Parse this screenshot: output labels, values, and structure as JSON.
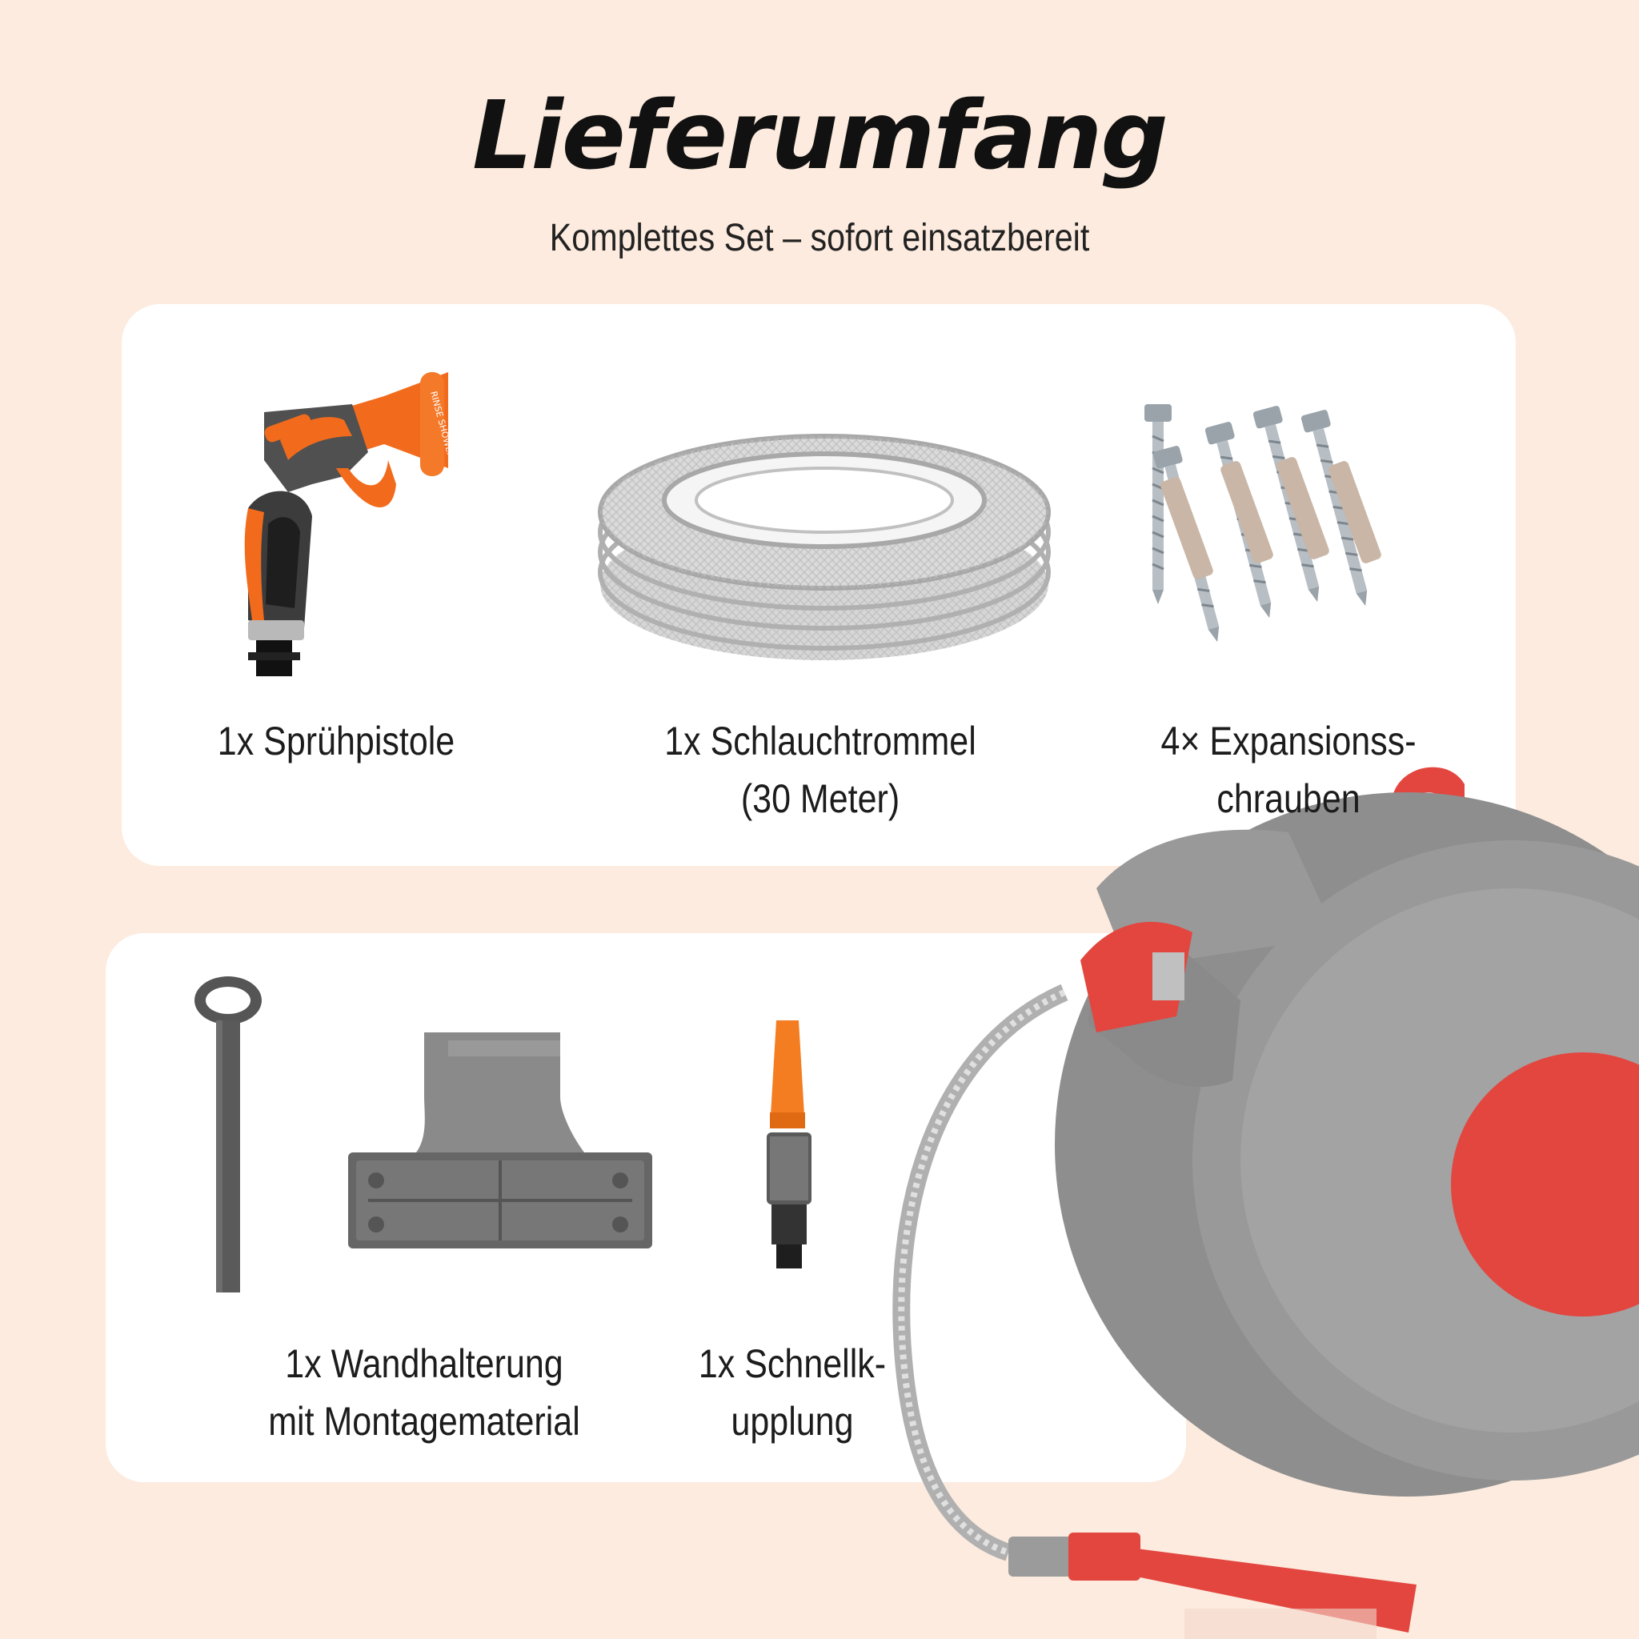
{
  "header": {
    "title": "Lieferumfang",
    "subtitle": "Komplettes Set – sofort einsatzbereit"
  },
  "items": [
    {
      "lines": [
        "1x Sprühpistole"
      ]
    },
    {
      "lines": [
        "1x Schlauchtrommel",
        "(30 Meter)"
      ]
    },
    {
      "lines": [
        "4× Expansionss-",
        "chrauben"
      ]
    },
    {
      "lines": [
        "1x Wandhalterung",
        "mit Montagematerial"
      ]
    },
    {
      "lines": [
        "1x Schnellk-",
        "upplung"
      ]
    }
  ],
  "spray_gun_print": "RINSE SHOWER VERTI",
  "colors": {
    "background": "#fcebde",
    "card": "#ffffff",
    "accent_orange": "#f26b1d",
    "accent_red": "#e2463f",
    "reel_grey": "#8e8e8e"
  }
}
